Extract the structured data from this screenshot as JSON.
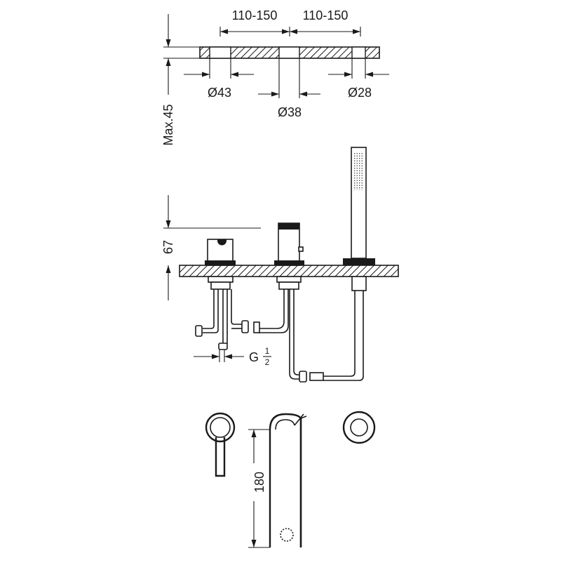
{
  "dimensions": {
    "spacing_left": "110-150",
    "spacing_right": "110-150",
    "hole_left": "Ø43",
    "hole_center": "Ø38",
    "hole_right": "Ø28",
    "max_deck_thickness": "Max.45",
    "mixer_height": "67",
    "connection_main": "G",
    "connection_frac_num": "1",
    "connection_frac_den": "2",
    "spout_length": "180"
  },
  "colors": {
    "line": "#1a1a1a",
    "background": "#ffffff"
  }
}
